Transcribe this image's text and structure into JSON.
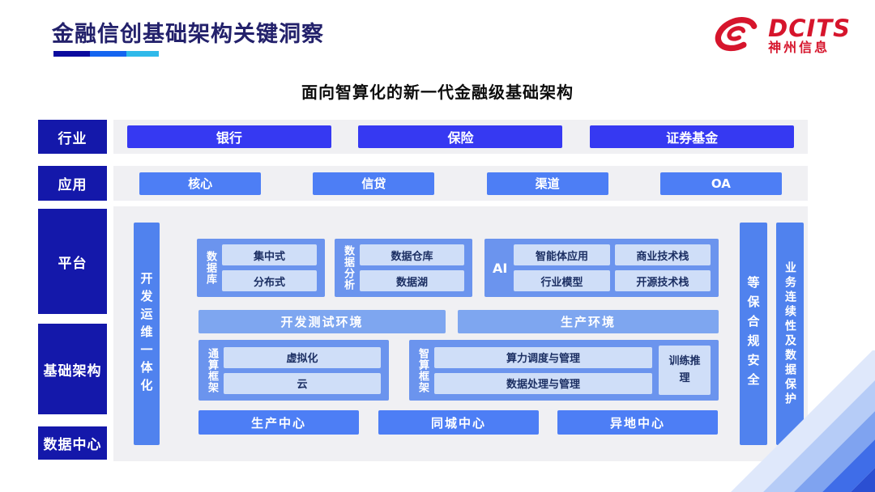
{
  "header": {
    "title": "金融信创基础架构关键洞察",
    "logo": {
      "brand": "DCITS",
      "company": "神州信息"
    }
  },
  "subtitle": "面向智算化的新一代金融级基础架构",
  "sidebar": {
    "items": [
      "行业",
      "应用",
      "平台",
      "基础架构",
      "数据中心"
    ]
  },
  "industry": {
    "items": [
      "银行",
      "保险",
      "证券基金"
    ]
  },
  "application": {
    "items": [
      "核心",
      "信贷",
      "渠道",
      "OA"
    ]
  },
  "platform": {
    "devops": "开发运维一体化",
    "database": {
      "label": "数据库",
      "items": [
        "集中式",
        "分布式"
      ]
    },
    "analytics": {
      "label": "数据分析",
      "items": [
        "数据仓库",
        "数据湖"
      ]
    },
    "ai": {
      "label": "AI",
      "items": [
        "智能体应用",
        "商业技术栈",
        "行业模型",
        "开源技术栈"
      ]
    },
    "env": [
      "开发测试环境",
      "生产环境"
    ],
    "general": {
      "label": "通算框架",
      "items": [
        "虚拟化",
        "云"
      ]
    },
    "smart": {
      "label": "智算框架",
      "items": [
        "算力调度与管理",
        "数据处理与管理"
      ],
      "side": "训练推理"
    },
    "datacenters": [
      "生产中心",
      "同城中心",
      "异地中心"
    ],
    "security": "等保合规安全",
    "continuity": "业务连续性及数据保护"
  },
  "colors": {
    "navy": "#1418aa",
    "title-navy": "#23216b",
    "bright-blue": "#3639f2",
    "mid-blue": "#4d7ef5",
    "bar-blue": "#5082ee",
    "container-blue": "#6b94ee",
    "env-blue": "#7ea6f0",
    "inner-blue": "#cfdef8",
    "inner-text": "#1c2f63",
    "panel-gray": "#f0f0f3",
    "logo-red": "#d6152c",
    "underline1": "#0b0b9e",
    "underline2": "#1565f0",
    "underline3": "#2fb9ea"
  }
}
